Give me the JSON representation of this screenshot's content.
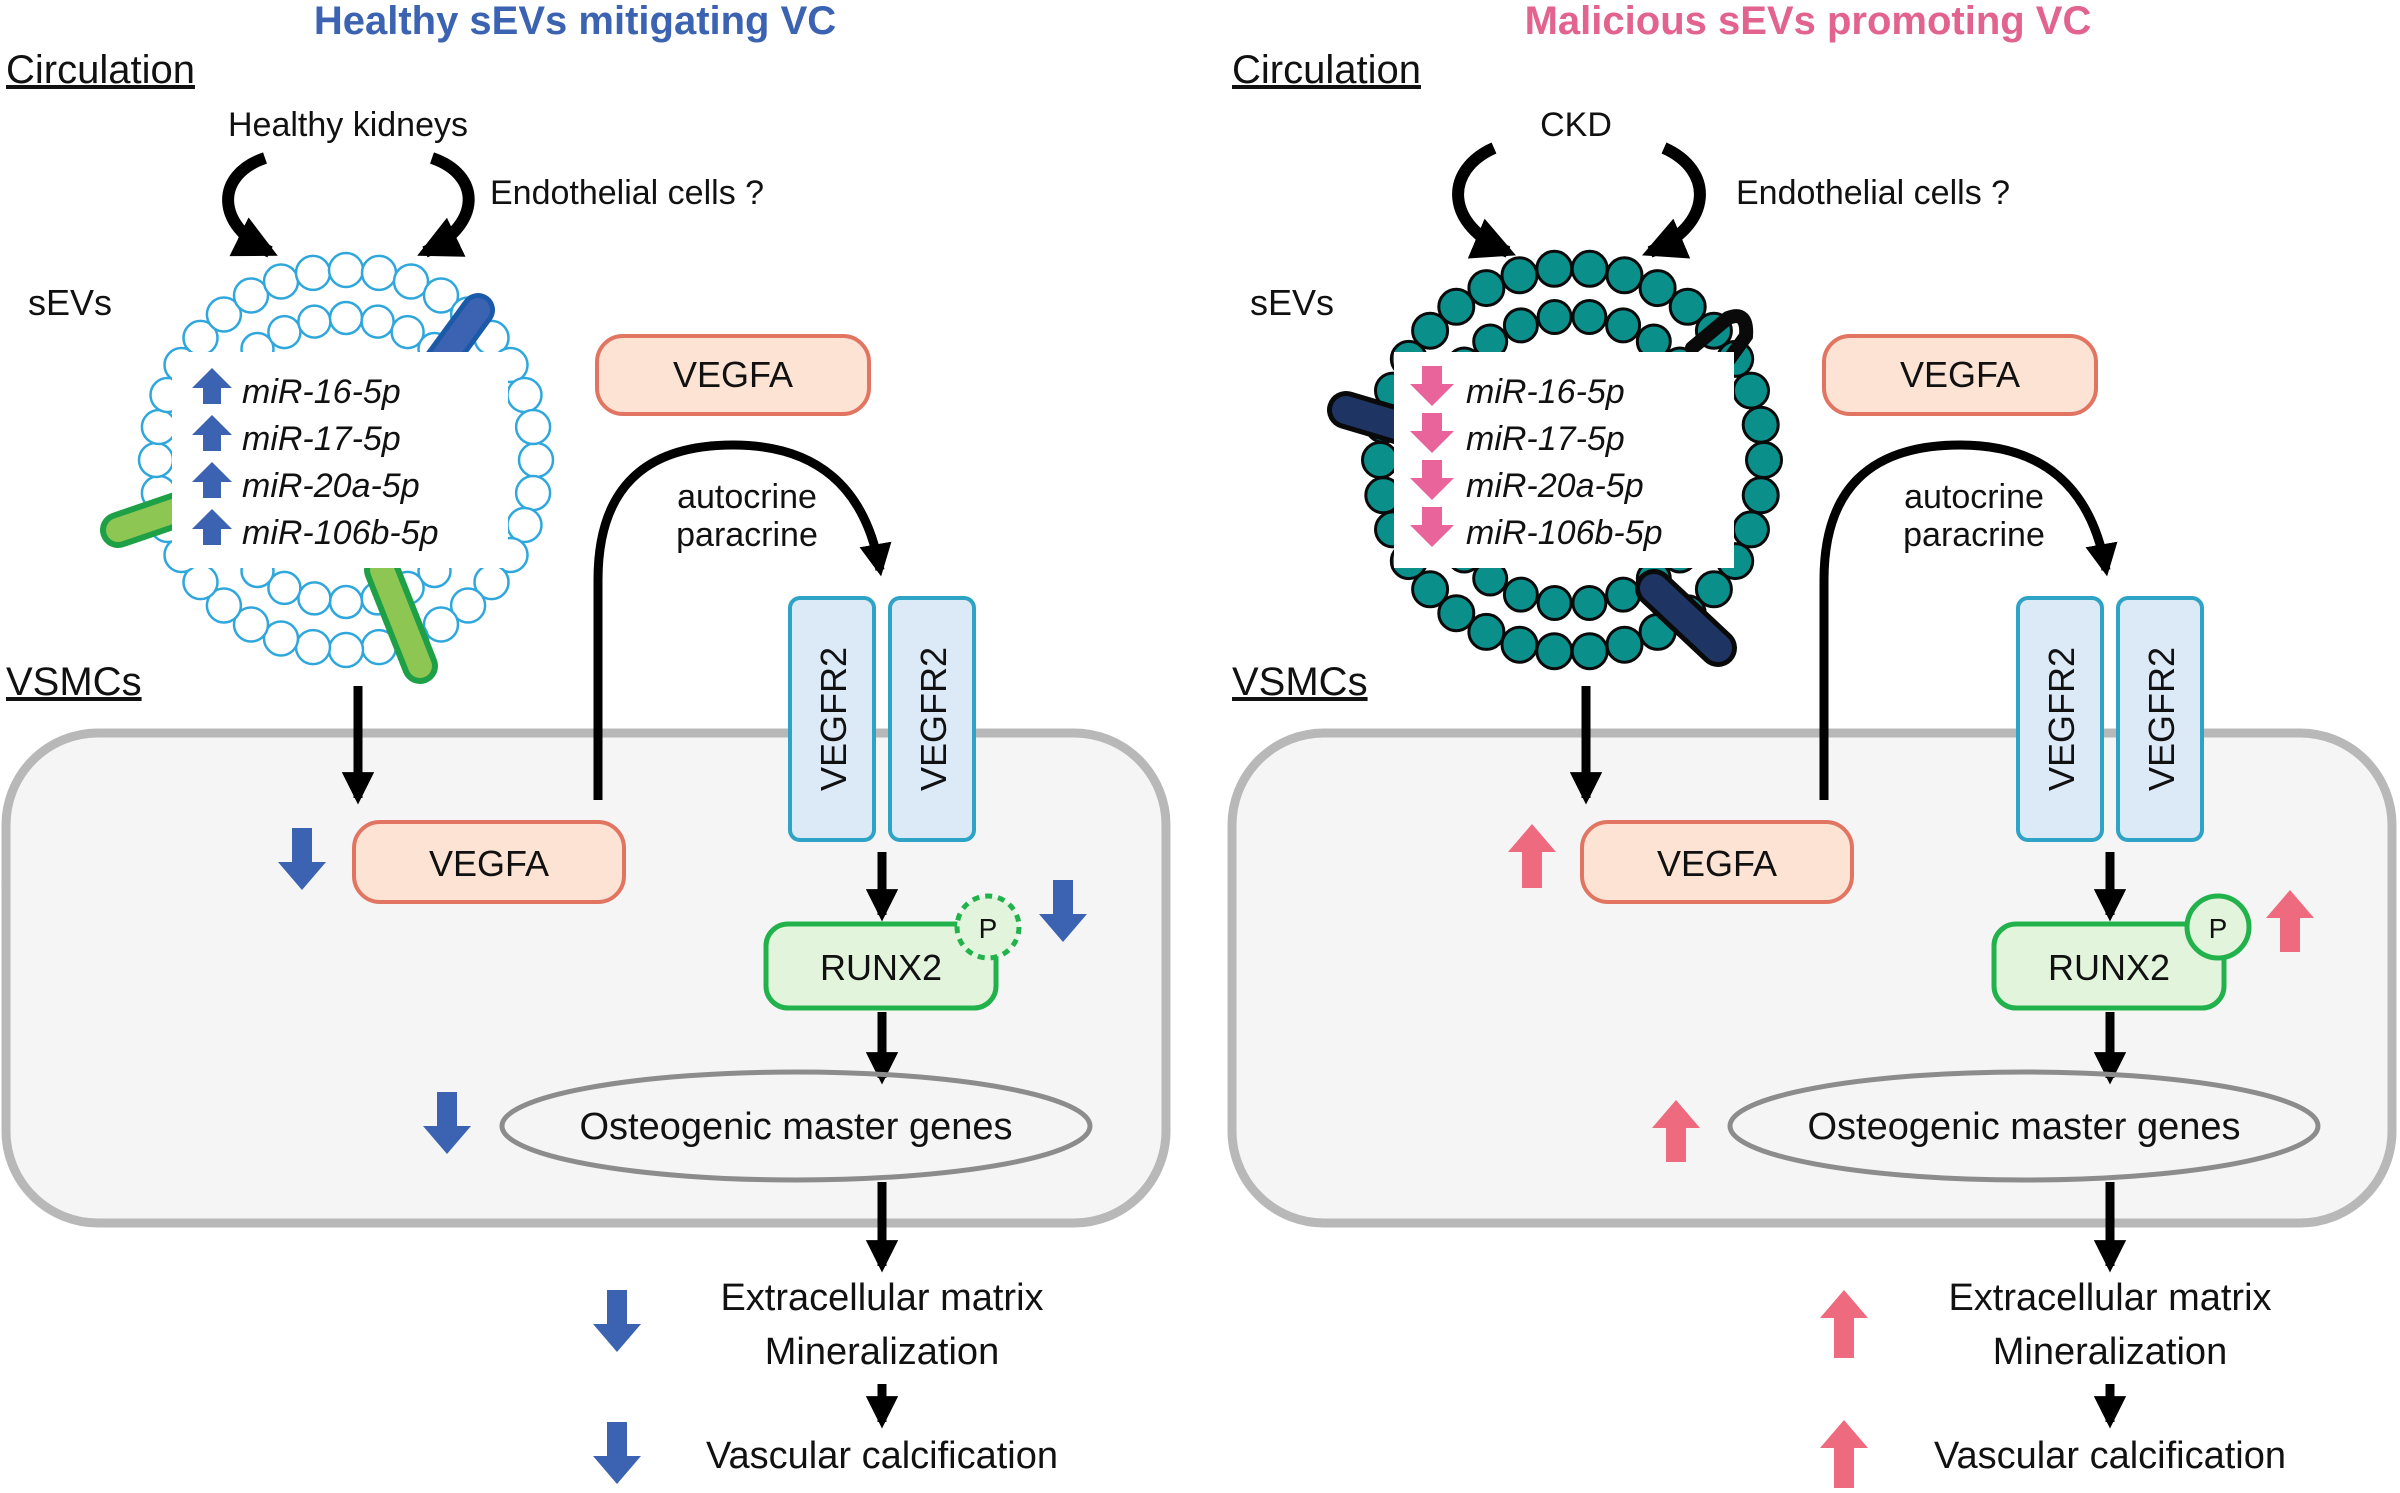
{
  "panels": {
    "left": {
      "title": "Healthy sEVs mitigating VC",
      "circulation": "Circulation",
      "source": "Healthy kidneys",
      "endothelial": "Endothelial cells ?",
      "sevs": "sEVs",
      "vsmcs": "VSMCs",
      "mirnas": [
        "miR-16-5p",
        "miR-17-5p",
        "miR-20a-5p",
        "miR-106b-5p"
      ],
      "vegfa_out": "VEGFA",
      "vegfa_in": "VEGFA",
      "signaling": [
        "autocrine",
        "paracrine"
      ],
      "receptor": "VEGFR2",
      "runx2": "RUNX2",
      "phospho": "P",
      "osteo": "Osteogenic master genes",
      "ecm": [
        "Extracellular matrix",
        "Mineralization"
      ],
      "vc": "Vascular calcification"
    },
    "right": {
      "title": "Malicious sEVs promoting VC",
      "circulation": "Circulation",
      "source": "CKD",
      "endothelial": "Endothelial cells ?",
      "sevs": "sEVs",
      "vsmcs": "VSMCs",
      "mirnas": [
        "miR-16-5p",
        "miR-17-5p",
        "miR-20a-5p",
        "miR-106b-5p"
      ],
      "vegfa_out": "VEGFA",
      "vegfa_in": "VEGFA",
      "signaling": [
        "autocrine",
        "paracrine"
      ],
      "receptor": "VEGFR2",
      "runx2": "RUNX2",
      "phospho": "P",
      "osteo": "Osteogenic master genes",
      "ecm": [
        "Extracellular matrix",
        "Mineralization"
      ],
      "vc": "Vascular calcification"
    }
  },
  "colors": {
    "healthy_title": "#3b63b1",
    "malicious_title": "#e2638d",
    "down_arrow": "#3b63b1",
    "up_arrow": "#ee6a7e",
    "down_mirna_arrow": "#e8649a",
    "vegfa_fill": "#fde3d4",
    "vegfa_stroke": "#e27462",
    "receptor_fill": "#dce9f7",
    "receptor_stroke": "#2fa3c5",
    "runx2_fill": "#e3f4dd",
    "runx2_stroke": "#22b24c",
    "cell_fill": "#f5f5f5",
    "cell_stroke": "#b8b8b8",
    "healthy_vesicle": "#2fa7dc",
    "malicious_vesicle": "#0b8f8b"
  }
}
